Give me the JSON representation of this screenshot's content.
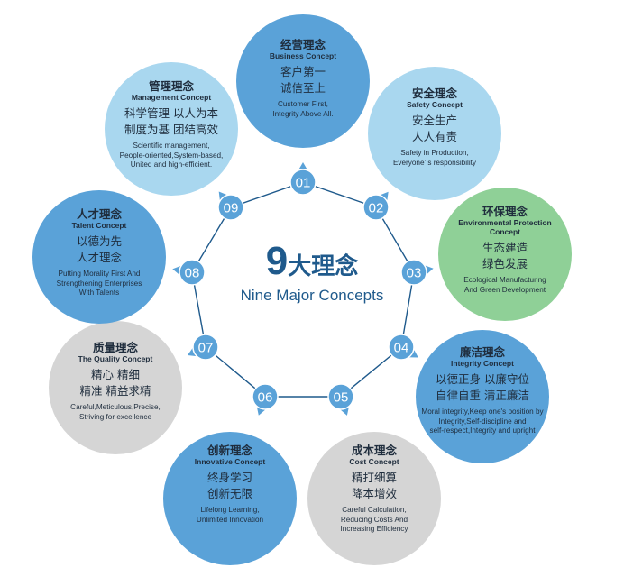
{
  "center": {
    "number": "9",
    "title_zh": "大理念",
    "title_en": "Nine Major Concepts"
  },
  "colors": {
    "dark_blue": "#5aa2d8",
    "light_blue": "#a9d7ef",
    "green": "#8fd097",
    "gray": "#d5d5d5",
    "node_blue": "#5aa2d8",
    "line": "#1f5a8c"
  },
  "concepts": [
    {
      "num": "01",
      "zh": "经营理念",
      "en": "Business Concept",
      "motto": [
        "客户第一",
        "诚信至上"
      ],
      "desc": [
        "Customer First,",
        "Integrity Above All."
      ],
      "color": "dark_blue"
    },
    {
      "num": "02",
      "zh": "安全理念",
      "en": "Safety Concept",
      "motto": [
        "安全生产",
        "人人有责"
      ],
      "desc": [
        "Safety in Production,",
        "Everyone’ s responsibility"
      ],
      "color": "light_blue"
    },
    {
      "num": "03",
      "zh": "环保理念",
      "en": "Environmental Protection Concept",
      "motto": [
        "生态建造",
        "绿色发展"
      ],
      "desc": [
        "Ecological Manufacturing",
        "And Green Development"
      ],
      "color": "green"
    },
    {
      "num": "04",
      "zh": "廉洁理念",
      "en": "Integrity Concept",
      "motto": [
        "以德正身  以廉守位",
        "自律自重  清正廉洁"
      ],
      "desc": [
        "Moral integrity,Keep one's position by",
        "Integrity,Self-discipline and",
        "self-respect,Integrity and upright"
      ],
      "color": "dark_blue"
    },
    {
      "num": "05",
      "zh": "成本理念",
      "en": "Cost Concept",
      "motto": [
        "精打细算",
        "降本增效"
      ],
      "desc": [
        "Careful Calculation,",
        "Reducing Costs And",
        "Increasing Efficiency"
      ],
      "color": "gray"
    },
    {
      "num": "06",
      "zh": "创新理念",
      "en": "Innovative Concept",
      "motto": [
        "终身学习",
        "创新无限"
      ],
      "desc": [
        "Lifelong Learning,",
        "Unlimited Innovation"
      ],
      "color": "dark_blue"
    },
    {
      "num": "07",
      "zh": "质量理念",
      "en": "The Quality Concept",
      "motto": [
        "精心  精细",
        "精准  精益求精"
      ],
      "desc": [
        "Careful,Meticulous,Precise,",
        "Striving for excellence"
      ],
      "color": "gray"
    },
    {
      "num": "08",
      "zh": "人才理念",
      "en": "Talent Concept",
      "motto": [
        "以德为先",
        "人才理念"
      ],
      "desc": [
        "Putting Morality First And",
        "Strengthening Enterprises",
        "With Talents"
      ],
      "color": "dark_blue"
    },
    {
      "num": "09",
      "zh": "管理理念",
      "en": "Management Concept",
      "motto": [
        "科学管理  以人为本",
        "制度为基  团结高效"
      ],
      "desc": [
        "Scientific management,",
        "People-oriented,System-based,",
        "United and high-efficient."
      ],
      "color": "light_blue"
    }
  ]
}
